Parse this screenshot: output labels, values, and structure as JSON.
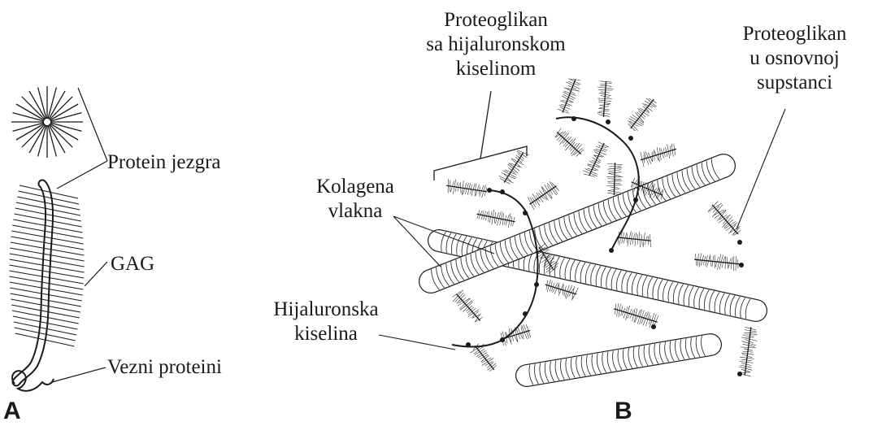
{
  "panel_a": {
    "letter": "A",
    "labels": {
      "protein_core": "Protein jezgra",
      "gag": "GAG",
      "link_proteins": "Vezni proteini"
    }
  },
  "panel_b": {
    "letter": "B",
    "labels": {
      "proteoglycan_ha_line1": "Proteoglikan",
      "proteoglycan_ha_line2": "sa hijaluronskom",
      "proteoglycan_ha_line3": "kiselinom",
      "proteoglycan_ground_line1": "Proteoglikan",
      "proteoglycan_ground_line2": "u osnovnoj",
      "proteoglycan_ground_line3": "supstanci",
      "collagen_line1": "Kolagena",
      "collagen_line2": "vlakna",
      "hyaluronic_line1": "Hijaluronska",
      "hyaluronic_line2": "kiselina"
    }
  },
  "colors": {
    "ink": "#1a1a1a",
    "background": "#ffffff"
  }
}
